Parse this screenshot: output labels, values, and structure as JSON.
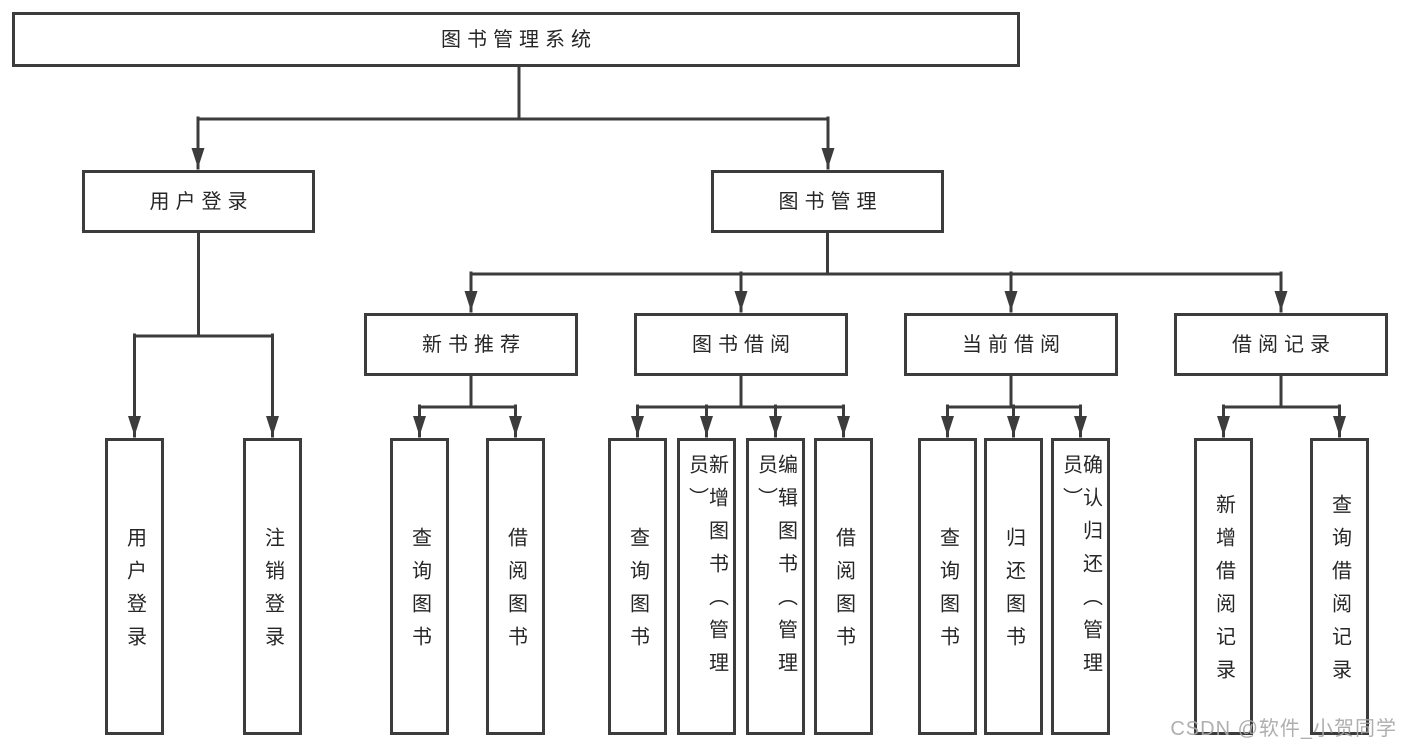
{
  "diagram": {
    "type": "hierarchy-tree",
    "line_color": "#3c3c3c",
    "text_color": "#262626",
    "tree": {
      "label": "图书管理系统",
      "children": [
        {
          "label": "用户登录",
          "children": [
            {
              "label": "用户登录"
            },
            {
              "label": "注销登录"
            }
          ]
        },
        {
          "label": "图书管理",
          "children": [
            {
              "label": "新书推荐",
              "children": [
                {
                  "label": "查询图书"
                },
                {
                  "label": "借阅图书"
                }
              ]
            },
            {
              "label": "图书借阅",
              "children": [
                {
                  "label": "查询图书"
                },
                {
                  "label": "新增图书（管理员）"
                },
                {
                  "label": "编辑图书（管理员）"
                },
                {
                  "label": "借阅图书"
                }
              ]
            },
            {
              "label": "当前借阅",
              "children": [
                {
                  "label": "查询图书"
                },
                {
                  "label": "归还图书"
                },
                {
                  "label": "确认归还（管理员）"
                }
              ]
            },
            {
              "label": "借阅记录",
              "children": [
                {
                  "label": "新增借阅记录"
                },
                {
                  "label": "查询借阅记录"
                }
              ]
            }
          ]
        }
      ]
    }
  },
  "watermark": {
    "text": "CSDN @软件_小贺同学"
  }
}
